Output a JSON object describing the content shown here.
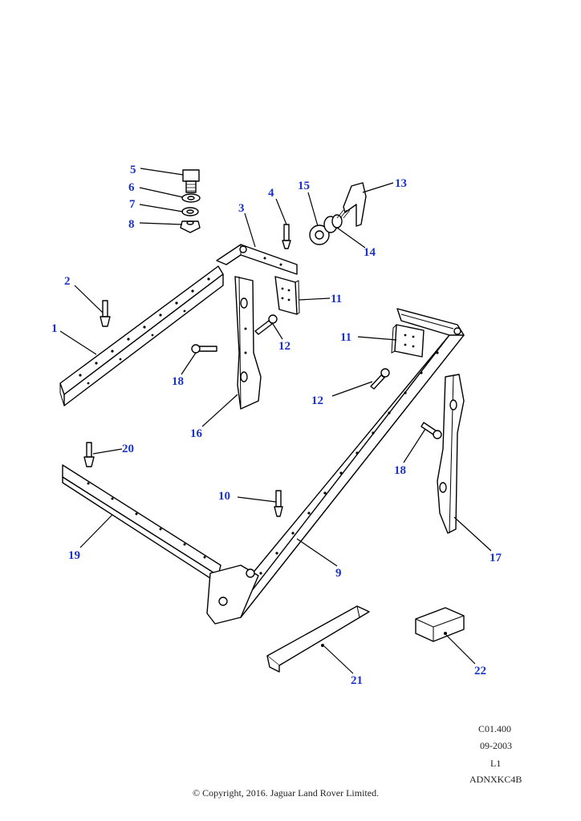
{
  "callouts": {
    "c1": "1",
    "c2": "2",
    "c3": "3",
    "c4": "4",
    "c5": "5",
    "c6": "6",
    "c7": "7",
    "c8": "8",
    "c9": "9",
    "c10": "10",
    "c11a": "11",
    "c11b": "11",
    "c12a": "12",
    "c12b": "12",
    "c13": "13",
    "c14": "14",
    "c15": "15",
    "c16": "16",
    "c17": "17",
    "c18a": "18",
    "c18b": "18",
    "c19": "19",
    "c20": "20",
    "c21": "21",
    "c22": "22"
  },
  "footer": {
    "ref": "C01.400",
    "date": "09-2003",
    "level": "L1",
    "code": "ADNXKC4B",
    "copyright": "© Copyright, 2016. Jaguar Land Rover Limited."
  }
}
